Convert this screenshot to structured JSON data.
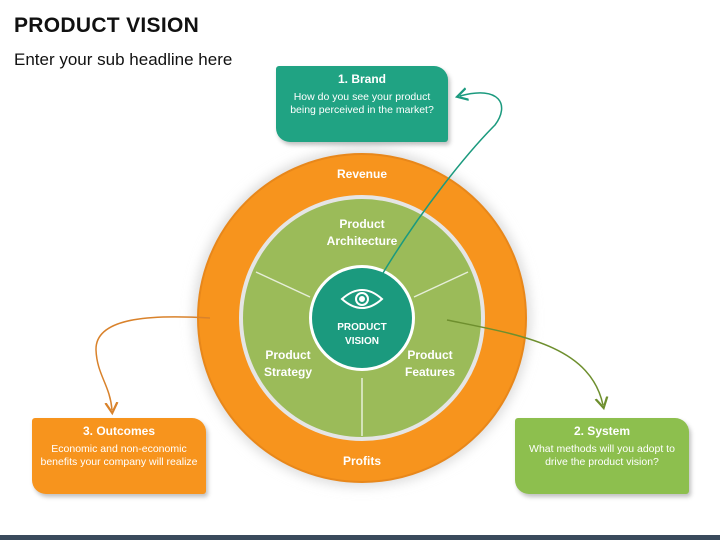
{
  "header": {
    "title": "PRODUCT VISION",
    "subtitle": "Enter your sub headline here"
  },
  "rings": {
    "outer_top": "Revenue",
    "outer_bottom": "Profits",
    "inner_top_line1": "Product",
    "inner_top_line2": "Architecture",
    "inner_left_line1": "Product",
    "inner_left_line2": "Strategy",
    "inner_right_line1": "Product",
    "inner_right_line2": "Features",
    "center_line1": "PRODUCT",
    "center_line2": "VISION",
    "center_icon": "eye-icon"
  },
  "callouts": {
    "brand": {
      "title": "1. Brand",
      "desc": "How do you see your product being perceived in the market?"
    },
    "system": {
      "title": "2. System",
      "desc": "What methods will you adopt to drive the product vision?"
    },
    "outcomes": {
      "title": "3. Outcomes",
      "desc": "Economic and non-economic benefits your company will realize"
    }
  },
  "colors": {
    "orange": "#F7941D",
    "orange_dark": "#E07F0F",
    "green_light": "#9BBB59",
    "green_box": "#8DBF4E",
    "teal": "#1B9A7E",
    "teal_box": "#20A383",
    "bar": "#3A4A5C"
  }
}
